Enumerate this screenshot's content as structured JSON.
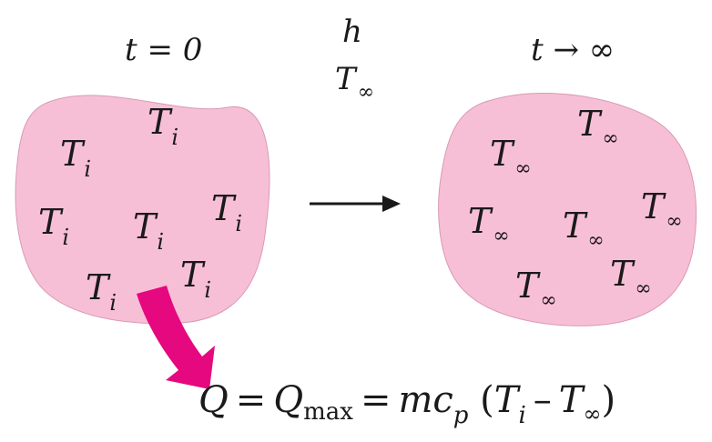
{
  "labels": {
    "t_initial": "t = 0",
    "t_final": "t → ∞",
    "convection_h": "h",
    "ambient_T": "T",
    "ambient_sub": "∞"
  },
  "initial_body": {
    "temp_symbol": "T",
    "temp_sub": "i",
    "count": 7
  },
  "final_body": {
    "temp_symbol": "T",
    "temp_sub": "∞",
    "count": 7
  },
  "equation": {
    "Q": "Q",
    "eq1": "=",
    "Qmax": "Q",
    "Qmax_sub": "max",
    "eq2": "=",
    "mcp": "mc",
    "mcp_sub": "p",
    "open_paren": "(",
    "Ti": "T",
    "Ti_sub": "i",
    "minus": "–",
    "Tinf": "T",
    "Tinf_sub": "∞",
    "close_paren": ")"
  },
  "colors": {
    "body_fill": "#f7bfd6",
    "body_stroke": "#c58aa3",
    "heat_arrow": "#e5087e",
    "arrow": "#1a1a1a"
  }
}
